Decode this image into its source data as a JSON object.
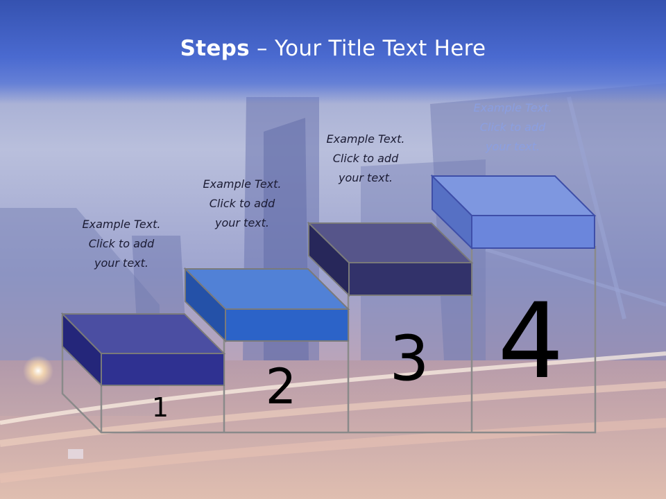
{
  "slide": {
    "title_bold": "Steps",
    "title_rest": " – Your Title Text Here"
  },
  "steps": [
    {
      "number": "1",
      "text_line1": "Example Text.",
      "text_line2": "Click  to add",
      "text_line3": "your text.",
      "top_color": "#4b4ea2",
      "front_color": "#2f3191",
      "side_color": "#24267a"
    },
    {
      "number": "2",
      "text_line1": "Example Text.",
      "text_line2": "Click  to add",
      "text_line3": "your text.",
      "top_color": "#5181d6",
      "front_color": "#2c63c8",
      "side_color": "#2451a8"
    },
    {
      "number": "3",
      "text_line1": "Example Text.",
      "text_line2": "Click  to add",
      "text_line3": "your text.",
      "top_color": "#56558a",
      "front_color": "#32326a",
      "side_color": "#27275a"
    },
    {
      "number": "4",
      "text_line1": "Example Text.",
      "text_line2": "Click  to add",
      "text_line3": "your text.",
      "top_color": "#7e97e0",
      "front_color": "#6b86dc",
      "side_color": "#5670c4"
    }
  ]
}
